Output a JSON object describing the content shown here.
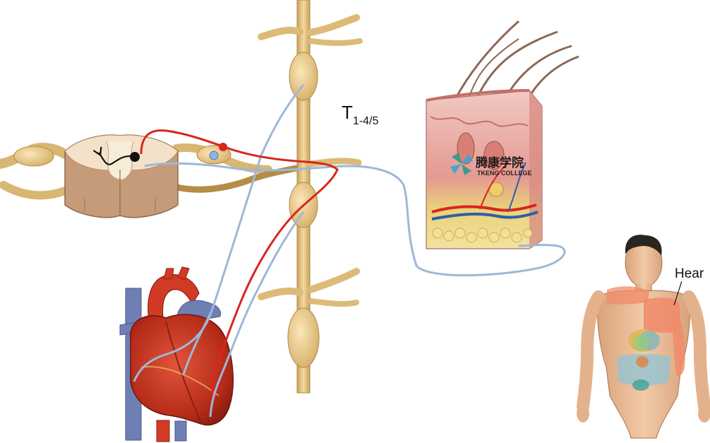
{
  "labels": {
    "segment_main": "T",
    "segment_sub": "1-4/5",
    "heart_label": "Hear"
  },
  "watermark": {
    "cn": "腾康学院",
    "en": "TKENG COLLEGE"
  },
  "colors": {
    "background": "#ffffff",
    "sympathetic_trunk": "#e2c07e",
    "nerve_blue": "#9cb8d8",
    "nerve_red": "#d9251d",
    "spinal_cord": "#f0dcc0",
    "heart": "#c8301f",
    "skin": "#e6a49c",
    "referred_pain_area": "#f08a6a",
    "watermark": "#2a9a8a"
  }
}
